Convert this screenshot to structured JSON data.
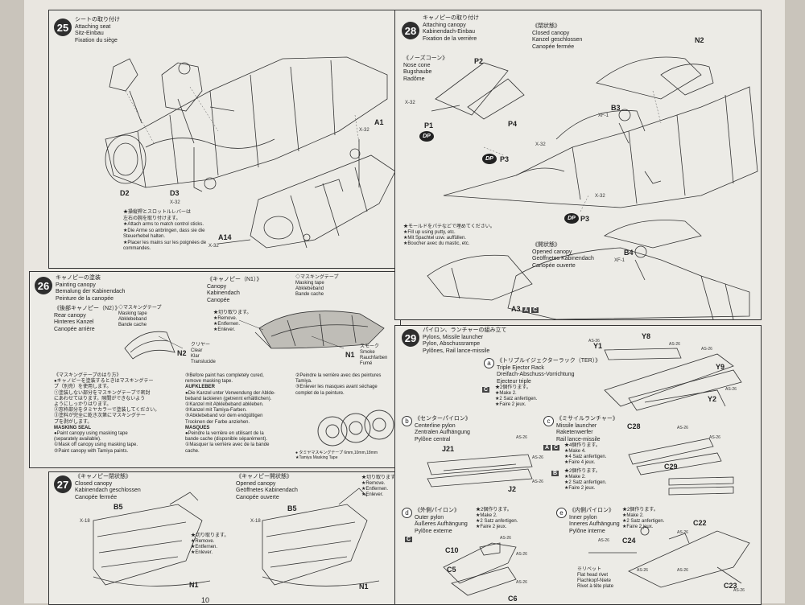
{
  "steps": {
    "s25": {
      "num": "25",
      "jp": "シートの取り付け",
      "en": "Attaching seat",
      "de": "Sitz-Einbau",
      "fr": "Fixation du siège",
      "parts": [
        "D2",
        "D3",
        "A1",
        "A14",
        "X-32",
        "X-32",
        "X-32"
      ],
      "note": [
        "★操縦桿とスロットルレバーは",
        "左右の腕を取り付けます。",
        "★Attach arms to match control sticks.",
        "★Die Arme so anbringen, dass sie die",
        "Steuerhebel halten.",
        "★Placer les mains sur les poignées de",
        "commandes."
      ]
    },
    "s26": {
      "num": "26",
      "jp": "キャノピーの塗装",
      "en": "Painting canopy",
      "de": "Bemalung der Kabinendach",
      "fr": "Peinture de la canopée",
      "rear": {
        "jp": "《後部キャノピー（N2）》",
        "en": "Rear canopy",
        "de": "Hinteres Kanzel",
        "fr": "Canopée arrière"
      },
      "canopy": {
        "jp": "《キャノピー（N1）》",
        "en": "Canopy",
        "de": "Kabinendach",
        "fr": "Canopée"
      },
      "mask": {
        "jp": "◇マスキングテープ",
        "en": "Masking tape",
        "de": "Abklebeband",
        "fr": "Bande cache"
      },
      "mask2": {
        "jp": "◇マスキングテープ",
        "en": "Masking tape",
        "de": "Abklebeband",
        "fr": "Bande cache"
      },
      "cut": {
        "jp": "★切り取ります。",
        "en": "★Remove.",
        "de": "★Entfernen.",
        "fr": "★Enlever."
      },
      "clear": {
        "jp": "クリヤー",
        "en": "Clear",
        "de": "Klar",
        "fr": "Translucide"
      },
      "smoke": {
        "jp": "スモーク",
        "en": "Smoke",
        "de": "Rauchfarben",
        "fr": "Fumé"
      },
      "n2": "N2",
      "n1": "N1",
      "col1": [
        "《マスキングテープのはり方》",
        "●キャノピーを塗装するときはマスキングテー",
        "プ（別売）を使用します。",
        "①塗装しない部分をマスキングテープで密封",
        "にあわせてはります。隙間ができないよう",
        "ようにしっかりはります。",
        "②窓枠部分をタミヤカラーで塗装してください。",
        "③塗料が完全に乾き次第にマスキングテー",
        "プを剥がします。"
      ],
      "col1en": [
        "MASKING SEAL",
        "●Paint canopy using masking tape",
        "(separately available).",
        "①Mask off canopy using masking tape.",
        "②Paint canopy with Tamiya paints."
      ],
      "col2": [
        "③Before paint has completely cured,",
        "remove masking tape."
      ],
      "col2de": [
        "AUFKLEBER",
        "●Die Kanzel unter Verwendung der Ablde-",
        "beband lackieren (getrennt erhältlichen).",
        "①Kanzel mit Abklebeband abkleben.",
        "②Kanzel mit Tamiya-Farben.",
        "③Abklebeband vor dem endgültigen",
        "Trocknen der Farbe anziehen."
      ],
      "col2fr": [
        "MASQUES",
        "●Peindre la verrière en utilisant de la",
        "bande cache (disponible séparément).",
        "①Masquer la verrière avec de la bande",
        "cache."
      ],
      "col3": [
        "②Peindre la verrière avec des peintures",
        "Tamiya.",
        "③Enlever les masques avant séchage",
        "complet de la peinture."
      ],
      "tape": [
        "● タミヤマスキングテープ 6mm,10mm,18mm",
        "★Tamiya Masking Tape"
      ]
    },
    "s27": {
      "num": "27",
      "jp": "《キャノピー閉状態》",
      "en": "Closed canopy",
      "de": "Kabinendach geschlossen",
      "fr": "Canopée fermée",
      "open": {
        "jp": "《キャノピー開状態》",
        "en": "Opened canopy",
        "de": "Geöffnetes Kabinendach",
        "fr": "Canopée ouverte"
      },
      "cut": [
        "★切り取ります。",
        "★Remove.",
        "★Entfernen.",
        "★Enlever."
      ],
      "parts": [
        "B5",
        "N1",
        "X-18",
        "B5",
        "N1",
        "X-18"
      ]
    },
    "s28": {
      "num": "28",
      "jp": "キャノピーの取り付け",
      "en": "Attaching canopy",
      "de": "Kabinendach-Einbau",
      "fr": "Fixation de la verrière",
      "nose": {
        "jp": "《ノーズコーン》",
        "en": "Nose cone",
        "de": "Bugshaube",
        "fr": "Radôme"
      },
      "closed": {
        "jp": "《閉状態》",
        "en": "Closed canopy",
        "de": "Kanzel geschlossen",
        "fr": "Canopée fermée"
      },
      "opened": {
        "jp": "《開状態》",
        "en": "Opened canopy",
        "de": "Geöffnetes Kabinendach",
        "fr": "Canopée ouverte"
      },
      "putty": [
        "★モールドをパテなどで埋めてください。",
        "★Fill up using putty, etc.",
        "★Mit Spachtel usw. auffüllen.",
        "★Boucher avec du mastic, etc."
      ],
      "parts": {
        "p2": "P2",
        "p4": "P4",
        "p1": "P1",
        "p3a": "P3",
        "p3b": "P3",
        "n2": "N2",
        "b3": "B3",
        "xf1a": "XF-1",
        "b4": "B4",
        "xf1b": "XF-1",
        "a3": "A3",
        "x32a": "X-32",
        "x32b": "X-32",
        "x32c": "X-32"
      },
      "ac": [
        "A",
        "C"
      ],
      "dp": "DP"
    },
    "s29": {
      "num": "29",
      "jp": "パイロン、ランチャーの組み立て",
      "en": "Pylons, Missile launcher",
      "de": "Pylon, Abschussrampe",
      "fr": "Pylônes, Rail lance-missile",
      "a": {
        "tag": "a",
        "jp": "《トリプルイジェクターラック（TER）》",
        "en": "Triple Ejector Rack",
        "de": "Dreifach-Abschuss-Vorrichtung",
        "fr": "Ejecteur triple",
        "make": [
          "★2個作ります。",
          "★Make 2.",
          "★2 Satz anfertigen.",
          "★Faire 2 jeux."
        ],
        "box": "C"
      },
      "b": {
        "tag": "b",
        "jp": "《センターパイロン》",
        "en": "Centerline pylon",
        "de": "Zentralen Aufhängung",
        "fr": "Pylône central"
      },
      "c": {
        "tag": "c",
        "jp": "《ミサイルランチャー》",
        "en": "Missile launcher",
        "de": "Raketenwerfer",
        "fr": "Rail lance-missile",
        "make4": [
          "★4個作ります。",
          "★Make 4.",
          "★4 Satz anfertigen.",
          "★Faire 4 jeux."
        ],
        "make2": [
          "★2個作ります。",
          "★Make 2.",
          "★2 Satz anfertigen.",
          "★Faire 2 jeux."
        ],
        "boxA": "A",
        "boxC": "C",
        "boxB": "B"
      },
      "d": {
        "tag": "d",
        "jp": "《外側パイロン》",
        "en": "Outer pylon",
        "de": "Äußeres Aufhängung",
        "fr": "Pylône externe",
        "make": [
          "★2個作ります。",
          "★Make 2.",
          "★2 Satz anfertigen.",
          "★Faire 2 jeux."
        ],
        "box": "C"
      },
      "e": {
        "tag": "e",
        "jp": "《内側パイロン》",
        "en": "Inner pylon",
        "de": "Inneres Aufhängung",
        "fr": "Pylône interne",
        "make": [
          "★2個作ります。",
          "★Make 2.",
          "★2 Satz anfertigen.",
          "★Faire 2 jeux."
        ]
      },
      "rivet": [
        "※リベット",
        "Flat head rivet",
        "Flachkopf-Niete",
        "Rivet à tête plate"
      ],
      "parts": [
        "Y1",
        "Y8",
        "Y9",
        "Y2",
        "J21",
        "J2",
        "C28",
        "C29",
        "C10",
        "C5",
        "C6",
        "C22",
        "C24",
        "C23"
      ],
      "as26": "AS-26"
    }
  },
  "page": "10"
}
